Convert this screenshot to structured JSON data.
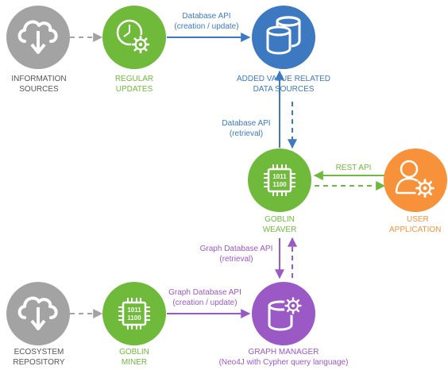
{
  "colors": {
    "gray": "#a3a3a3",
    "green": "#6fba3b",
    "blue": "#3d79c0",
    "orange": "#f7923a",
    "purple": "#9b59c6"
  },
  "nodes": {
    "information_sources": {
      "line1": "INFORMATION",
      "line2": "SOURCES",
      "icon": "cloud-download-icon"
    },
    "regular_updates": {
      "line1": "REGULAR",
      "line2": "UPDATES",
      "icon": "clock-gear-icon"
    },
    "added_value": {
      "line1": "ADDED VALUE RELATED",
      "line2": "DATA SOURCES",
      "icon": "database-icon"
    },
    "goblin_weaver": {
      "line1": "GOBLIN",
      "line2": "WEAVER",
      "icon": "chip-icon"
    },
    "user_application": {
      "line1": "USER",
      "line2": "APPLICATION",
      "icon": "user-gear-icon"
    },
    "ecosystem_repository": {
      "line1": "ECOSYSTEM",
      "line2": "REPOSITORY",
      "icon": "cloud-download-icon"
    },
    "goblin_miner": {
      "line1": "GOBLIN",
      "line2": "MINER",
      "icon": "chip-icon"
    },
    "graph_manager": {
      "line1": "GRAPH MANAGER",
      "line2": "(Neo4J with Cypher query language)",
      "icon": "database-gear-icon"
    }
  },
  "chip_text": {
    "line1": "1011",
    "line2": "1100"
  },
  "edges": {
    "db_api_creation": {
      "line1": "Database API",
      "line2": "(creation / update)"
    },
    "db_api_retrieval": {
      "line1": "Database API",
      "line2": "(retrieval)"
    },
    "rest_api": {
      "line1": "REST API"
    },
    "graph_db_api_retrieval": {
      "line1": "Graph Database API",
      "line2": "(retrieval)"
    },
    "graph_db_api_creation": {
      "line1": "Graph Database API",
      "line2": "(creation / update)"
    }
  }
}
